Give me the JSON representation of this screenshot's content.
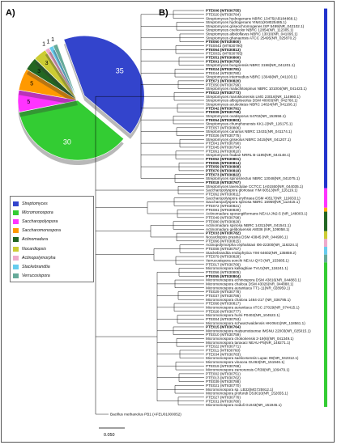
{
  "panel_labels": {
    "a": "A)",
    "b": "B)"
  },
  "chart_data": [
    {
      "type": "pie",
      "slices": [
        {
          "label": "Streptomyces",
          "value": 35,
          "color": "#3344cc",
          "exploded": true
        },
        {
          "label": "Micromonospora",
          "value": 30,
          "color": "#33cc33"
        },
        {
          "label": "Saccharopolyspora",
          "value": 5,
          "color": "#ff33ff"
        },
        {
          "label": "Saccharomonospora",
          "value": 5,
          "color": "#ff9900"
        },
        {
          "label": "Actinomadura",
          "value": 3,
          "color": "#226622"
        },
        {
          "label": "Nocardiopsis",
          "value": 3,
          "color": "#cccc33"
        },
        {
          "label": "Actinopolymorpha",
          "value": 1,
          "color": "#eeaacc"
        },
        {
          "label": "Stackebrandtia",
          "value": 1,
          "color": "#66ccee"
        },
        {
          "label": "Verrucosispora",
          "value": 1,
          "color": "#66aa99"
        }
      ],
      "shown_value_labels": [
        "35",
        "30",
        "5",
        "5",
        "3",
        "3",
        "1",
        "1",
        "1"
      ]
    },
    {
      "type": "table",
      "tree_type": "phylogenetic tree",
      "outgroup": "Bacillus methanolus PB1 (AFEU01000052)",
      "scale_bar_value": "0.050",
      "clade_bar_colors": [
        "#2233cc",
        "#ff33ff",
        "#ffaa00",
        "#226622",
        "#cccc33",
        "#eeaacc",
        "#66ccee",
        "#66aa99",
        "#33cc33"
      ],
      "leaves": [
        {
          "text": "PTE006 (MT830755)",
          "strain": true
        },
        {
          "text": "PTE020 (MT830784)",
          "strain": false
        },
        {
          "text": "Streptomyces hydrogenans NBRC 13475(AB184868.1)",
          "strain": false
        },
        {
          "text": "Streptomyces hydrogenans YIM41(KM025485.1)",
          "strain": false
        },
        {
          "text": "Streptomyces griseochromogenes ISP 5499(NR_042102.1)",
          "strain": false
        },
        {
          "text": "Streptomyces coelicolor NBRC 12854(NR_112305.1)",
          "strain": false
        },
        {
          "text": "Streptomyces albidoflavus NBRC 13010(NR_041095.1)",
          "strain": false
        },
        {
          "text": "Streptomyces ghanaensis ATCC 25495(NR_025870.2)",
          "strain": false
        },
        {
          "text": "PTE050 (MT830800)",
          "strain": true
        },
        {
          "text": "PTE0043 (MT830790)",
          "strain": false
        },
        {
          "text": "PTE064 (MT830813)",
          "strain": true
        },
        {
          "text": "PTE0031 (MT830765)",
          "strain": false
        },
        {
          "text": "PTE051 (MT830800)",
          "strain": true
        },
        {
          "text": "PTE001 (MT830750)",
          "strain": true
        },
        {
          "text": "Streptomyces bungoensis NBRC 3198(NR_041201.1)",
          "strain": false
        },
        {
          "text": "PTE024 (MT830781)",
          "strain": true
        },
        {
          "text": "PTE044 (MT830780)",
          "strain": false
        },
        {
          "text": "Streptomyces intermedius NBRC 13049(NR_041103.1)",
          "strain": false
        },
        {
          "text": "PTE071 (MT830820)",
          "strain": true
        },
        {
          "text": "PTE050 (MT830799)",
          "strain": false
        },
        {
          "text": "Streptomyces malachitospinus NBRC 101004(NR_041423.1)",
          "strain": false
        },
        {
          "text": "PTE023 (MT830773)",
          "strain": true
        },
        {
          "text": "Streptomyces marokkonensis LMG 23016(NR_114960.1)",
          "strain": false
        },
        {
          "text": "Streptomyces albogriseolus DSM 40003(NR_042760.1)",
          "strain": false
        },
        {
          "text": "Streptomyces aculeolatus NBRC 14824(NR_041166.1)",
          "strain": false
        },
        {
          "text": "PTE042 (MT830791)",
          "strain": true
        },
        {
          "text": "PTE009 (MT830758)",
          "strain": true
        },
        {
          "text": "Streptomyces ovatisporus S4702(NR_152656.1)",
          "strain": false
        },
        {
          "text": "PTE054 (MT830803)",
          "strain": true
        },
        {
          "text": "Streptomyces chumphonensis KK1-2(NR_126175.1)",
          "strain": false
        },
        {
          "text": "PTE057 (MT830806)",
          "strain": false
        },
        {
          "text": "Streptomyces canarius NBRC 13431(NR_041174.1)",
          "strain": false
        },
        {
          "text": "PTE026 (MT830775)",
          "strain": false
        },
        {
          "text": "Streptomyces griseolus NBRC 3415(NR_041207.1)",
          "strain": false
        },
        {
          "text": "PTE041 (MT830790)",
          "strain": false
        },
        {
          "text": "PTE045 (MT830794)",
          "strain": false
        },
        {
          "text": "PTE061 (MT830810)",
          "strain": false
        },
        {
          "text": "Streptomyces fradiae NRRL B-1195(NR_044148.1)",
          "strain": false
        },
        {
          "text": "PTE052 (MT830801)",
          "strain": true
        },
        {
          "text": "PTE065 (MT830814)",
          "strain": true
        },
        {
          "text": "PTE059 (MT830808)",
          "strain": true
        },
        {
          "text": "PTE070 (MT830819)",
          "strain": true
        },
        {
          "text": "PTE073 (MT830822)",
          "strain": true
        },
        {
          "text": "Streptomyces spinosirectus NBRC 13048(NR_041075.1)",
          "strain": false
        },
        {
          "text": "PTE018 (MT830767)",
          "strain": true
        },
        {
          "text": "Streptomyces lavendulae CCTCC 1A01550(NR_044035.1)",
          "strain": false
        },
        {
          "text": "Saccharopolyspora gloriosae YIM 60513(NR_116119.1)",
          "strain": false
        },
        {
          "text": "PTE062 (MT830811)",
          "strain": false
        },
        {
          "text": "Saccharopolyspora erythraea DSM 40517(NR_119033.1)",
          "strain": false
        },
        {
          "text": "Saccharopolyspora spinosa NBRC 16959(NR_112415.1)",
          "strain": false
        },
        {
          "text": "PTE072 (MT830821)",
          "strain": false
        },
        {
          "text": "PTE081 (MT830830)",
          "strain": false
        },
        {
          "text": "Actinomadura sporangiiformans NEAU-JN2-5 (NR_148003.1)",
          "strain": false
        },
        {
          "text": "PTE049 (MT830798)",
          "strain": false
        },
        {
          "text": "PTE080 (MT830829)",
          "strain": false
        },
        {
          "text": "Actinomadura spinosa NBRC 14311(NR_041541.1)",
          "strain": false
        },
        {
          "text": "Actinomadura geliboluensis A8036 (NR_109058.1)",
          "strain": false
        },
        {
          "text": "PTE033 (MT830782)",
          "strain": true
        },
        {
          "text": "Nocardiopsis prasina DSM 43845 (NR_044906.1)",
          "strain": false
        },
        {
          "text": "PTE066 (MT830815)",
          "strain": false
        },
        {
          "text": "Actinopolymorpha cephalotaxi I06-22300(NR_116324.1)",
          "strain": false
        },
        {
          "text": "PTE008 (MT830757)",
          "strain": false
        },
        {
          "text": "Stackebrandtia endophytica YIM 64602(NR_135859.2)",
          "strain": false
        },
        {
          "text": "PTE079 (MT830828)",
          "strain": false
        },
        {
          "text": "Verrucosispora sonchi NEAU-QY3 (NR_153685.1)",
          "strain": false
        },
        {
          "text": "PTE017 (MT830766)",
          "strain": false
        },
        {
          "text": "Micromonospora kalkaghiae TVU1(NR_116241.1)",
          "strain": false
        },
        {
          "text": "PTE056 (MT830805)",
          "strain": false
        },
        {
          "text": "PTE055 (MT830804)",
          "strain": true
        },
        {
          "text": "Micromonospora echinospora DSM 43816(NR_044883.1)",
          "strain": false
        },
        {
          "text": "Micromonospora chalcea DSM 43026(NR_044888.1)",
          "strain": false
        },
        {
          "text": "Micromonospora aurantiaca TT1-11(NR_028959.1)",
          "strain": false
        },
        {
          "text": "PTE029 (MT830778)",
          "strain": false
        },
        {
          "text": "PTE037 (MT830786)",
          "strain": false
        },
        {
          "text": "Micromonospora chalcea 1464-217 (NR_036795.1)",
          "strain": false
        },
        {
          "text": "PTE068 (MT830817)",
          "strain": false
        },
        {
          "text": "Micromonospora aurantiaca ATCC 27029(NR_074415.1)",
          "strain": false
        },
        {
          "text": "PTE028 (MT830777)",
          "strain": false
        },
        {
          "text": "Micromonospora humi P0402(NR_104522.1)",
          "strain": false
        },
        {
          "text": "PTE004 (MT830753)",
          "strain": false
        },
        {
          "text": "Micromonospora schwarzwaldensis HKI0641(NR_118561.1)",
          "strain": false
        },
        {
          "text": "PTE015 (MT830764)",
          "strain": true
        },
        {
          "text": "Micromonospora matsumotoense IMSNU 22003(NR_025015.1)",
          "strain": false
        },
        {
          "text": "PTE010 (MT830759)",
          "strain": false
        },
        {
          "text": "Micromonospora chokoriensis 2-19(6)(NR_041349.1)",
          "strain": false
        },
        {
          "text": "Micromonospora taraxaci NEAU-P5(NR_148271.1)",
          "strain": false
        },
        {
          "text": "PTE022 (MT830771)",
          "strain": false
        },
        {
          "text": "PTE011 (MT830760)",
          "strain": false
        },
        {
          "text": "PTE034 (MT830783)",
          "strain": false
        },
        {
          "text": "Micromonospora saelicesensis Lupac 09(NR_042312.1)",
          "strain": false
        },
        {
          "text": "Micromonospora vinacea GUI63(NR_151946.1)",
          "strain": false
        },
        {
          "text": "PTE019 (MT830768)",
          "strain": false
        },
        {
          "text": "Micromonospora zamorensis CR38(NR_109479.1)",
          "strain": false
        },
        {
          "text": "PTE002 (MT830751)",
          "strain": false
        },
        {
          "text": "PTE013 (MT830762)",
          "strain": false
        },
        {
          "text": "PTE039 (MT830788)",
          "strain": false
        },
        {
          "text": "PTE021 (MT830770)",
          "strain": false
        },
        {
          "text": "Micromonospora sp. LB32(MG725912.1)",
          "strain": false
        },
        {
          "text": "Micromonospora profundi DS3010(NR_152655.1)",
          "strain": false
        },
        {
          "text": "PTE027 (MT830776)",
          "strain": false
        },
        {
          "text": "PTE031 (MT830780)",
          "strain": false
        },
        {
          "text": "Micromonospora noduli GUI43(NR_151945.1)",
          "strain": false
        }
      ]
    }
  ]
}
